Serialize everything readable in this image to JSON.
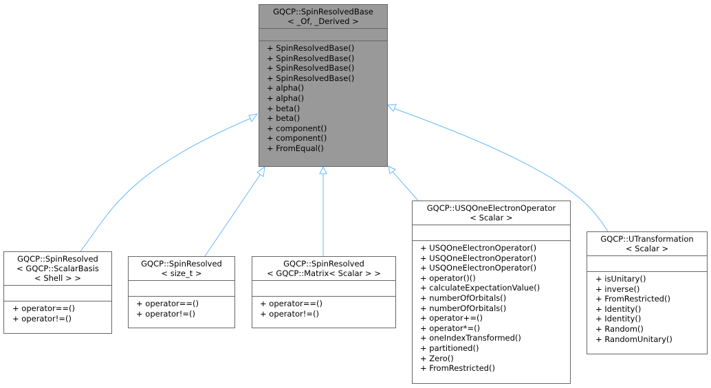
{
  "edge_color": "#63b8ff",
  "base_fill": "#999999",
  "classes": {
    "base": {
      "title": [
        "GQCP::SpinResolvedBase",
        "< _Of, _Derived >"
      ],
      "methods": [
        "+ SpinResolvedBase()",
        "+ SpinResolvedBase()",
        "+ SpinResolvedBase()",
        "+ SpinResolvedBase()",
        "+ alpha()",
        "+ alpha()",
        "+ beta()",
        "+ beta()",
        "+ component()",
        "+ component()",
        "+ FromEqual()"
      ]
    },
    "sr_scalar_basis": {
      "title": [
        "GQCP::SpinResolved",
        "< GQCP::ScalarBasis",
        "< Shell > >"
      ],
      "methods": [
        "+ operator==()",
        "+ operator!=()"
      ]
    },
    "sr_size_t": {
      "title": [
        "GQCP::SpinResolved",
        "< size_t >"
      ],
      "methods": [
        "+ operator==()",
        "+ operator!=()"
      ]
    },
    "sr_matrix": {
      "title": [
        "GQCP::SpinResolved",
        "< GQCP::Matrix< Scalar > >"
      ],
      "methods": [
        "+ operator==()",
        "+ operator!=()"
      ]
    },
    "usq": {
      "title": [
        "GQCP::USQOneElectronOperator",
        "< Scalar >"
      ],
      "methods": [
        "+ USQOneElectronOperator()",
        "+ USQOneElectronOperator()",
        "+ USQOneElectronOperator()",
        "+ operator()()",
        "+ calculateExpectationValue()",
        "+ numberOfOrbitals()",
        "+ numberOfOrbitals()",
        "+ operator+=()",
        "+ operator*=()",
        "+ oneIndexTransformed()",
        "+ partitioned()",
        "+ Zero()",
        "+ FromRestricted()"
      ]
    },
    "utrans": {
      "title": [
        "GQCP::UTransformation",
        "< Scalar >"
      ],
      "methods": [
        "+ isUnitary()",
        "+ inverse()",
        "+ FromRestricted()",
        "+ Identity()",
        "+ Identity()",
        "+ Random()",
        "+ RandomUnitary()"
      ]
    }
  }
}
